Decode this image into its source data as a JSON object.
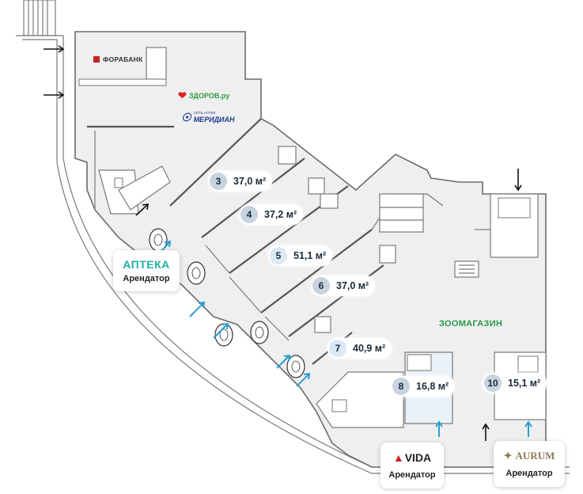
{
  "units": [
    {
      "num": "3",
      "area": "37,0 м²"
    },
    {
      "num": "4",
      "area": "37,2 м²"
    },
    {
      "num": "5",
      "area": "51,1 м²"
    },
    {
      "num": "6",
      "area": "37,0 м²"
    },
    {
      "num": "7",
      "area": "40,9 м²"
    },
    {
      "num": "8",
      "area": "16,8 м²"
    },
    {
      "num": "10",
      "area": "15,1 м²"
    }
  ],
  "logos": {
    "bank": "ФОРАБАНК",
    "zdorov": "ЗДОРОВ.ру",
    "meridian_small": "СЕТЬ АПТЕК",
    "meridian": "МЕРИДИАН",
    "zoo": "ЗООМАГАЗИН"
  },
  "tenants": [
    {
      "logo": "АПТЕКА",
      "role": "Арендатор"
    },
    {
      "logo": "VIDA",
      "role": "Арендатор"
    },
    {
      "logo": "AURUM",
      "role": "Арендатор"
    }
  ],
  "colors": {
    "floor": "#efefef",
    "walls": "#6b6b6b",
    "unit_badge": "#c8d3e0",
    "entrance_arrow": "#2a9fd0",
    "apteka": "#1eb0a6",
    "zoo": "#2a9a4a"
  }
}
